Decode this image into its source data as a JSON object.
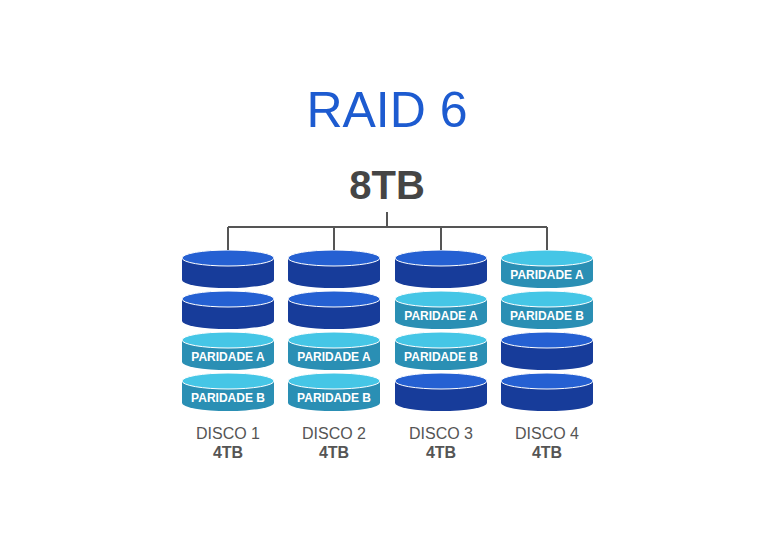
{
  "diagram": {
    "title": "RAID 6",
    "nodes": [
      {
        "text": [
          "DISCO 1",
          "4TB"
        ]
      },
      {
        "text": [
          "PARIDADE A"
        ],
        "in": 0
      },
      {
        "text": [
          "PARIDADE B"
        ],
        "in": 0
      },
      {
        "text": [
          "DISCO 2",
          "4TB"
        ]
      },
      {
        "text": [
          "PARIDADE A"
        ],
        "in": 3
      },
      {
        "text": [
          "PARIDADE B"
        ],
        "in": 3
      },
      {
        "text": [
          "DISCO 3",
          "4TB"
        ]
      },
      {
        "text": [
          "PARIDADE A"
        ],
        "in": 6
      },
      {
        "text": [
          "PARIDADE B"
        ],
        "in": 6
      },
      {
        "text": [
          "DISCO 4",
          "4TB"
        ]
      },
      {
        "text": [
          "PARIDADE A"
        ],
        "in": 9
      },
      {
        "text": [
          "PARIDADE B"
        ],
        "in": 9
      }
    ],
    "labels": [
      "8TB"
    ]
  }
}
